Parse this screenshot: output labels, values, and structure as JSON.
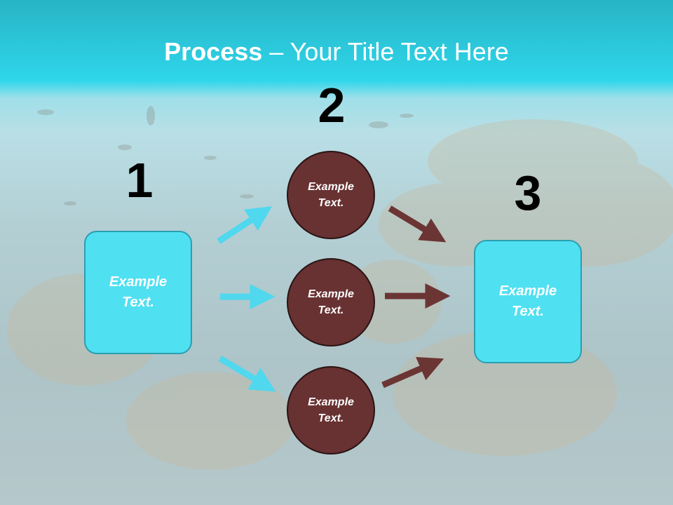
{
  "title": {
    "bold": "Process",
    "rest": " – Your Title Text Here"
  },
  "numbers": [
    "1",
    "2",
    "3"
  ],
  "left_box": {
    "text": "Example Text."
  },
  "circles": [
    {
      "text": "Example Text."
    },
    {
      "text": "Example Text."
    },
    {
      "text": "Example Text."
    }
  ],
  "right_box": {
    "text": "Example Text."
  },
  "colors": {
    "accent_cyan": "#4fe0f2",
    "circle_fill": "#683132",
    "arrow_cyan": "#4fd8ee",
    "arrow_brown": "#6b3534",
    "title_band": "#2fd6ea"
  }
}
